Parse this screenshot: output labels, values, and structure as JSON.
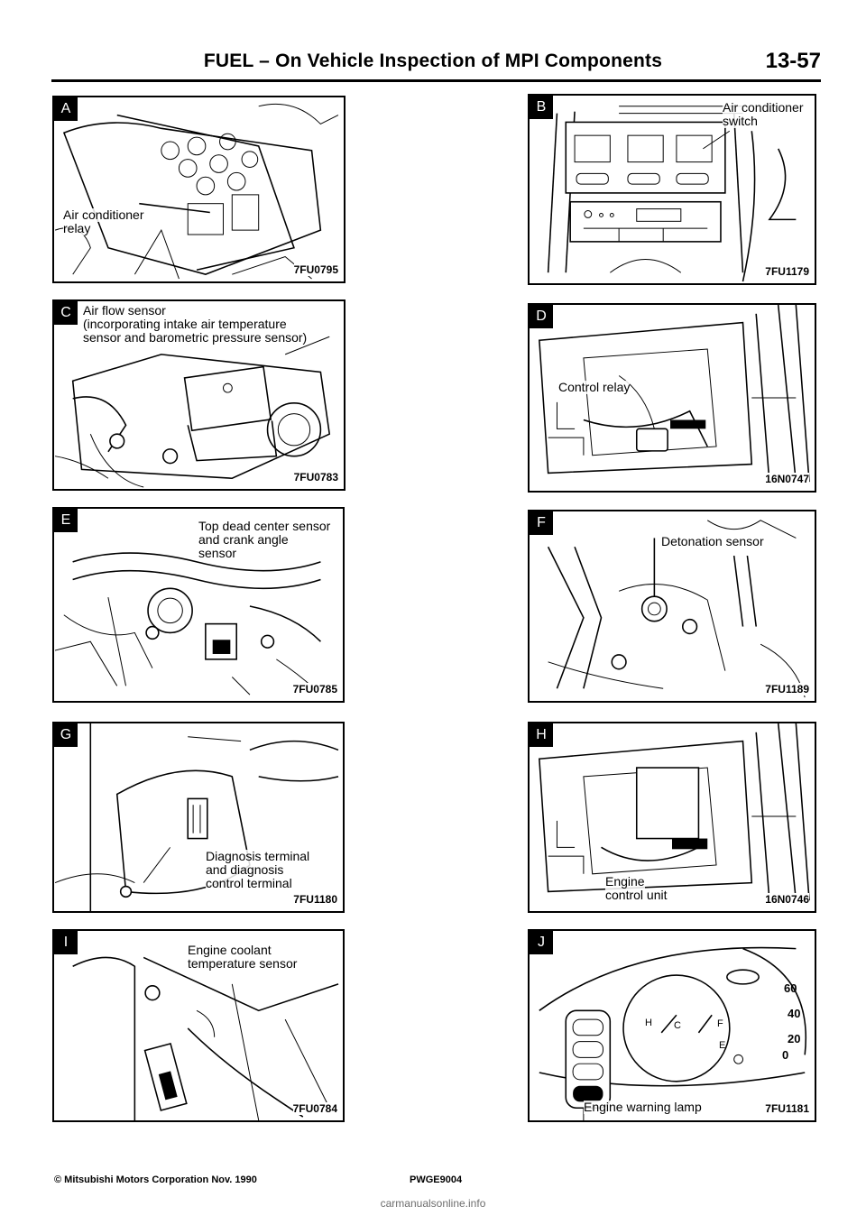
{
  "header": {
    "title": "FUEL – On Vehicle Inspection of MPI Components",
    "page": "13-57"
  },
  "panels": [
    {
      "letter": "A",
      "labels": [
        "Air conditioner",
        "relay"
      ],
      "code": "7FU0795"
    },
    {
      "letter": "B",
      "labels": [
        "Air conditioner",
        "switch"
      ],
      "code": "7FU1179"
    },
    {
      "letter": "C",
      "labels": [
        "Air flow sensor",
        "(incorporating intake air temperature",
        "sensor and barometric pressure sensor)"
      ],
      "code": "7FU0783"
    },
    {
      "letter": "D",
      "labels": [
        "Control relay"
      ],
      "code": "16N0747"
    },
    {
      "letter": "E",
      "labels": [
        "Top dead center sensor",
        "and crank angle",
        "sensor"
      ],
      "code": "7FU0785"
    },
    {
      "letter": "F",
      "labels": [
        "Detonation sensor"
      ],
      "code": "7FU1189"
    },
    {
      "letter": "G",
      "labels": [
        "Diagnosis terminal",
        "and diagnosis",
        "control terminal"
      ],
      "code": "7FU1180"
    },
    {
      "letter": "H",
      "labels": [
        "Engine",
        "control unit"
      ],
      "code": "16N0746"
    },
    {
      "letter": "I",
      "labels": [
        "Engine coolant",
        "temperature sensor"
      ],
      "code": "7FU0784"
    },
    {
      "letter": "J",
      "labels": [
        "Engine warning lamp"
      ],
      "code": "7FU1181",
      "gauge": [
        "H",
        "C",
        "F",
        "E",
        "60",
        "40",
        "20",
        "0"
      ]
    }
  ],
  "footer": {
    "copyright": "© Mitsubishi Motors Corporation   Nov. 1990",
    "doc_code": "PWGE9004"
  },
  "watermark": "carmanualsonline.info"
}
